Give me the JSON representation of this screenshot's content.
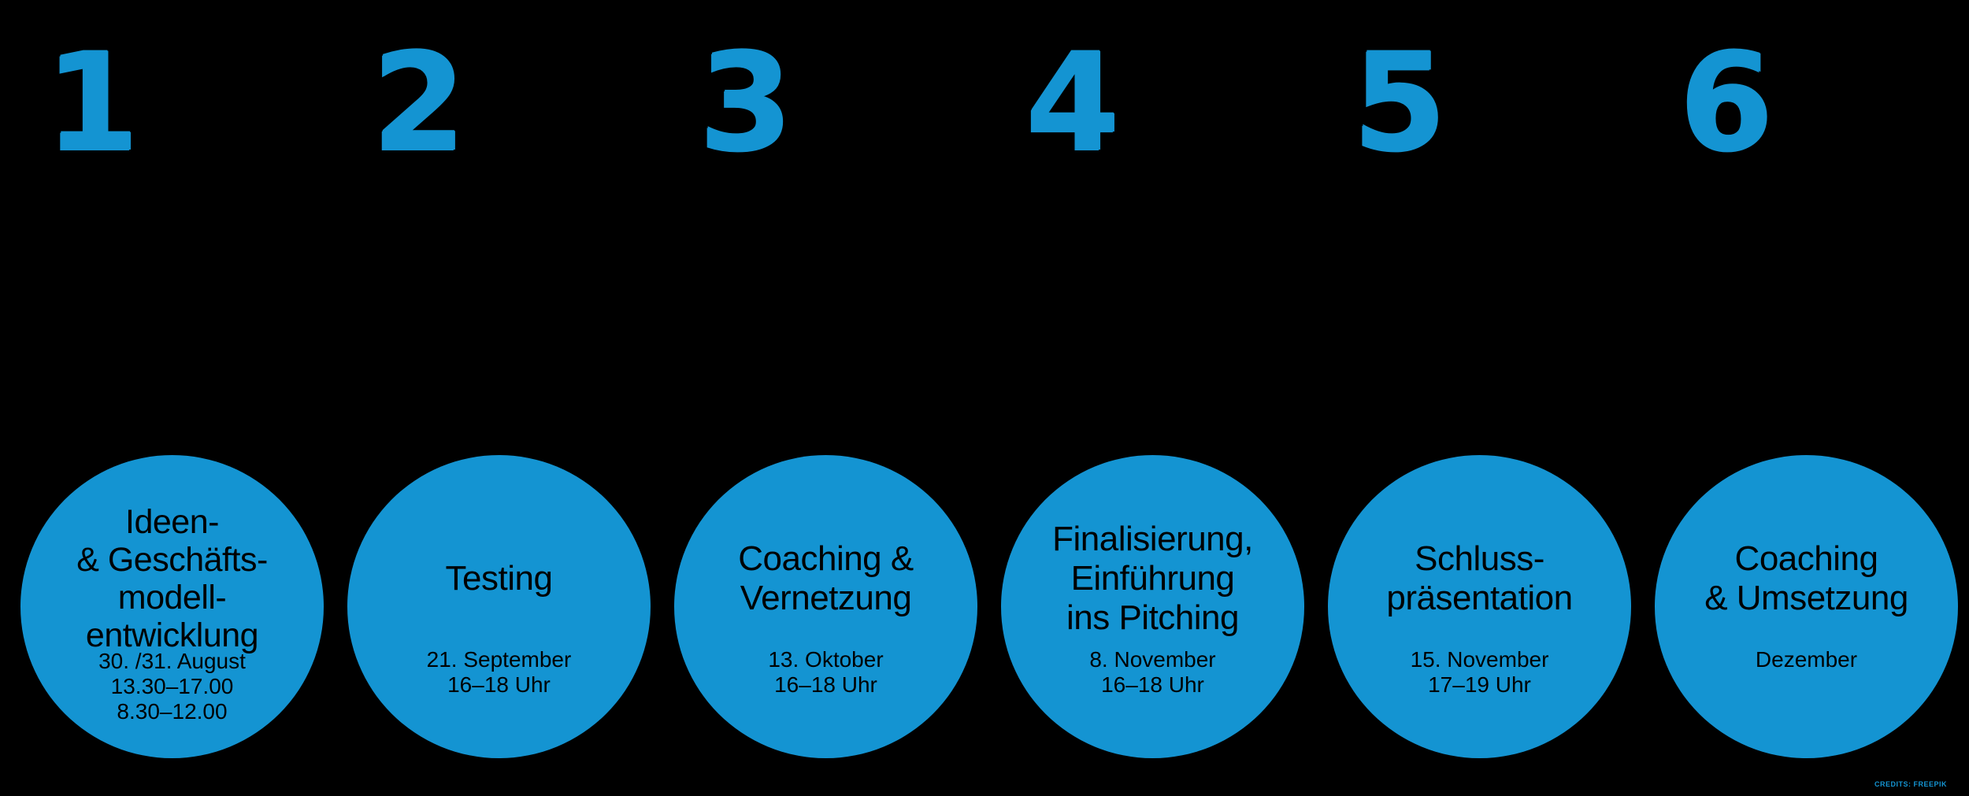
{
  "colors": {
    "background": "#000000",
    "accent": "#1494d2",
    "circle_text": "#000000"
  },
  "credit": "CREDITS: FREEPIK",
  "steps": [
    {
      "number": "1",
      "title": "Ideen-\n& Geschäfts-\nmodell-\nentwicklung",
      "schedule": "30. /31. August\n13.30–17.00\n8.30–12.00"
    },
    {
      "number": "2",
      "title": "Testing",
      "schedule": "21. September\n16–18 Uhr"
    },
    {
      "number": "3",
      "title": "Coaching &\nVernetzung",
      "schedule": "13. Oktober\n16–18 Uhr"
    },
    {
      "number": "4",
      "title": "Finalisierung,\nEinführung\nins Pitching",
      "schedule": "8. November\n16–18 Uhr"
    },
    {
      "number": "5",
      "title": "Schluss-\npräsentation",
      "schedule": "15. November\n17–19 Uhr"
    },
    {
      "number": "6",
      "title": "Coaching\n& Umsetzung",
      "schedule": "Dezember"
    }
  ]
}
